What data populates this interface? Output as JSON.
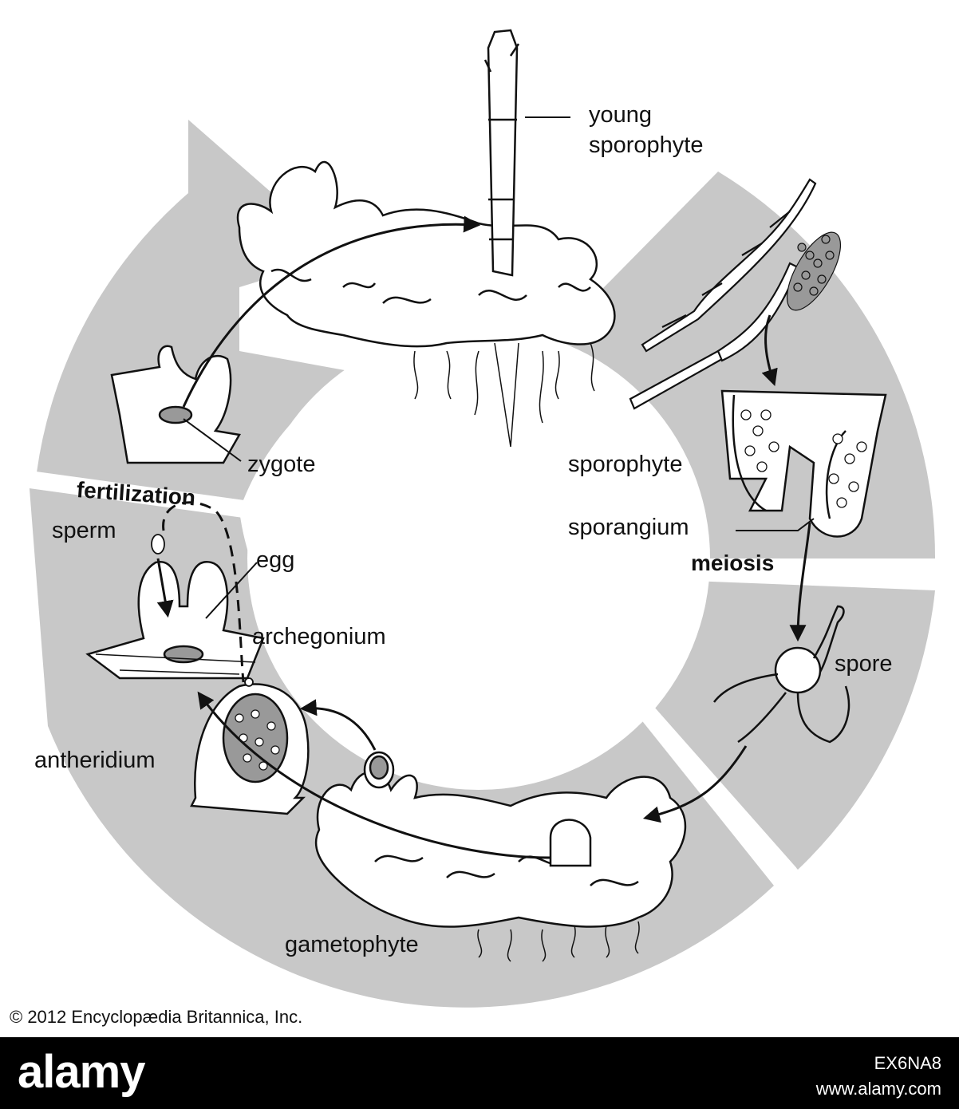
{
  "labels": {
    "young_sporophyte": [
      "young",
      "sporophyte"
    ],
    "sporophyte": "sporophyte",
    "sporangium": "sporangium",
    "meiosis": "meiosis",
    "spore": "spore",
    "gametophyte": "gametophyte",
    "antheridium": "antheridium",
    "archegonium": "archegonium",
    "egg": "egg",
    "sperm": "sperm",
    "fertilization": "fertilization",
    "zygote": "zygote"
  },
  "copyright": "© 2012 Encyclopædia Britannica, Inc.",
  "footer": {
    "logo": "alamy",
    "image_id": "EX6NA8",
    "url": "www.alamy.com"
  },
  "colors": {
    "ring": "#c8c8c8",
    "line": "#111111",
    "footer_bg": "#000000"
  }
}
